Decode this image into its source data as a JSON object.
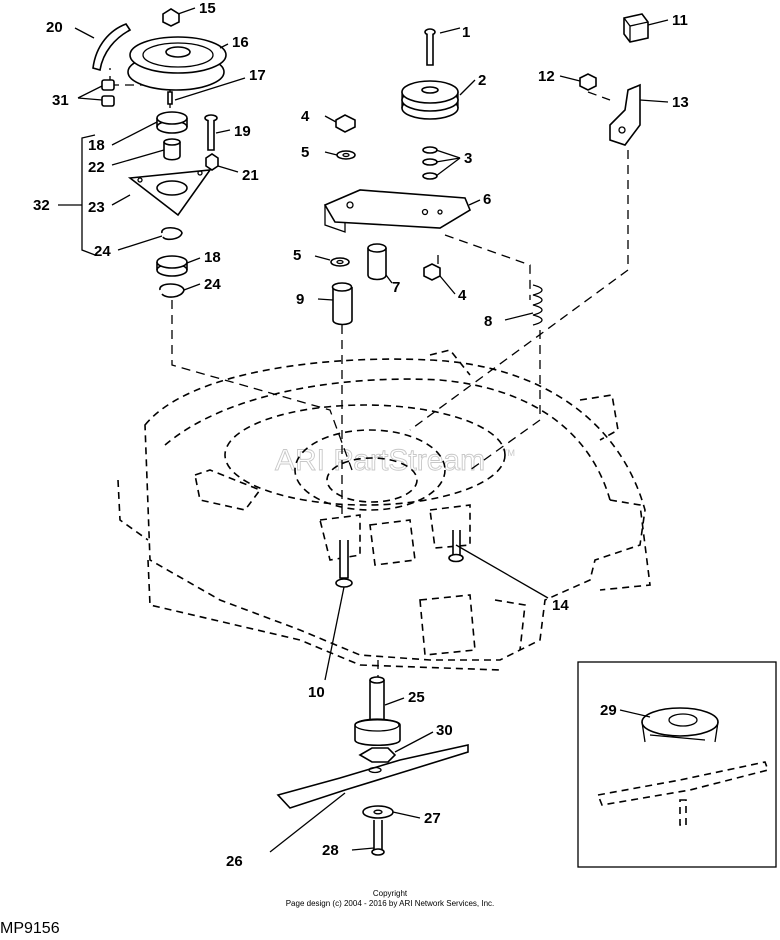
{
  "watermark": {
    "text": "ARI PartStream",
    "trademark": "TM"
  },
  "footer": {
    "copyright_line1": "Copyright",
    "copyright_line2": "Page design (c) 2004 - 2016 by ARI Network Services, Inc.",
    "diagram_id": "MP9156"
  },
  "callouts": {
    "c1": "1",
    "c2": "2",
    "c3": "3",
    "c4a": "4",
    "c4b": "4",
    "c5a": "5",
    "c5b": "5",
    "c6": "6",
    "c7": "7",
    "c8": "8",
    "c9": "9",
    "c10": "10",
    "c11": "11",
    "c12": "12",
    "c13": "13",
    "c14": "14",
    "c15": "15",
    "c16": "16",
    "c17": "17",
    "c18a": "18",
    "c18b": "18",
    "c19": "19",
    "c20": "20",
    "c21": "21",
    "c22": "22",
    "c23": "23",
    "c24a": "24",
    "c24b": "24",
    "c25": "25",
    "c26": "26",
    "c27": "27",
    "c28": "28",
    "c29": "29",
    "c30": "30",
    "c31": "31",
    "c32": "32"
  }
}
